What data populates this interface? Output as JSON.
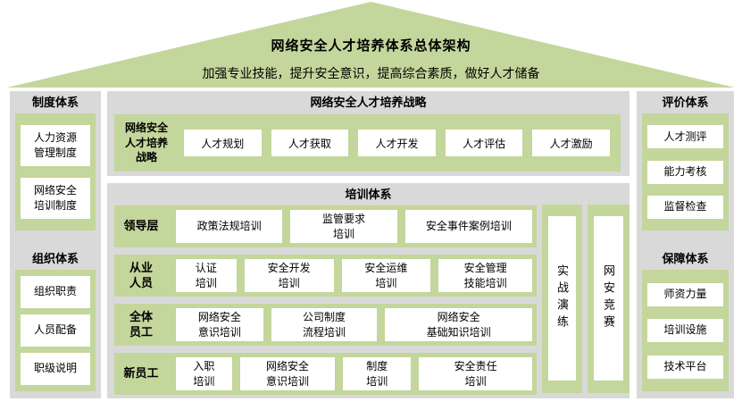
{
  "roof": {
    "title": "网络安全人才培养体系总体架构",
    "subtitle": "加强专业技能，提升安全意识，提高综合素质，做好人才储备"
  },
  "left_column": {
    "sections": [
      {
        "header": "制度体系",
        "items": [
          "人力资源\n管理制度",
          "网络安全\n培训制度"
        ]
      },
      {
        "header": "组织体系",
        "items": [
          "组织职责",
          "人员配备",
          "职级说明"
        ]
      }
    ]
  },
  "right_column": {
    "sections": [
      {
        "header": "评价体系",
        "items": [
          "人才测评",
          "能力考核",
          "监督检查"
        ]
      },
      {
        "header": "保障体系",
        "items": [
          "师资力量",
          "培训设施",
          "技术平台"
        ]
      }
    ]
  },
  "strategy": {
    "header": "网络安全人才培养战略",
    "label": "网络安全\n人才培养\n战略",
    "items": [
      "人才规划",
      "人才获取",
      "人才开发",
      "人才评估",
      "人才激励"
    ]
  },
  "training": {
    "header": "培训体系",
    "rows": [
      {
        "label": "领导层",
        "items": [
          "政策法规培训",
          "监管要求\n培训",
          "安全事件案例培训"
        ]
      },
      {
        "label": "从业\n人员",
        "items": [
          "认证\n培训",
          "安全开发\n培训",
          "安全运维\n培训",
          "安全管理\n技能培训"
        ]
      },
      {
        "label": "全体\n员工",
        "items": [
          "网络安全\n意识培训",
          "公司制度\n流程培训",
          "网络安全\n基础知识培训"
        ]
      },
      {
        "label": "新员工",
        "items": [
          "入职\n培训",
          "网络安全\n意识培训",
          "制度\n培训",
          "安全责任\n培训"
        ]
      }
    ],
    "side_bars": [
      "实战演练",
      "网安竞赛"
    ]
  },
  "colors": {
    "green": "#c3d69b",
    "panel_gray": "#d9d9d9",
    "box_white": "#ffffff",
    "text": "#000000"
  }
}
